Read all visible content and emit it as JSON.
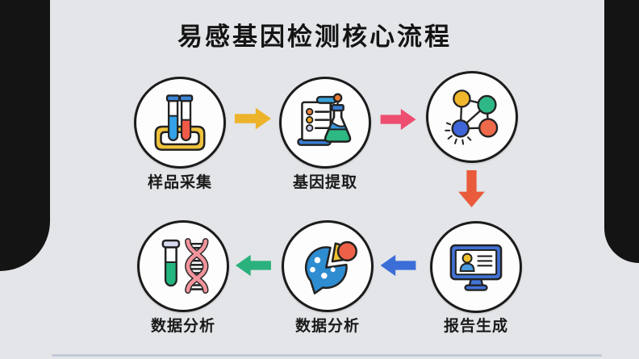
{
  "title": "易感基因检测核心流程",
  "steps": {
    "sample": {
      "label": "样品采集",
      "icon": "test-tube-rack-icon"
    },
    "extract": {
      "label": "基因提取",
      "icon": "clipboard-flask-icon"
    },
    "network": {
      "label": "",
      "icon": "gene-network-icon"
    },
    "report": {
      "label": "报告生成",
      "icon": "monitor-report-icon"
    },
    "analysis_mid": {
      "label": "数据分析",
      "icon": "pie-chart-bubble-icon"
    },
    "analysis_left": {
      "label": "数据分析",
      "icon": "tube-dna-icon"
    }
  },
  "arrows": [
    {
      "from": "sample",
      "to": "extract",
      "direction": "right",
      "color": "#edb32a"
    },
    {
      "from": "extract",
      "to": "network",
      "direction": "right",
      "color": "#ed4e70"
    },
    {
      "from": "network",
      "to": "report",
      "direction": "down",
      "color": "#e95b3b"
    },
    {
      "from": "report",
      "to": "analysis_mid",
      "direction": "left",
      "color": "#3c6ed8"
    },
    {
      "from": "analysis_mid",
      "to": "analysis_left",
      "direction": "left",
      "color": "#2bb17d"
    }
  ],
  "colors": {
    "background": "#e3e5e8",
    "frame_black": "#141414",
    "circle_fill": "#fdfdfd",
    "outline": "#222222",
    "yellow": "#f0b62c",
    "green": "#2eb886",
    "blue": "#3f65d9",
    "orange": "#ed6a4a",
    "pink": "#ed4e70",
    "tube_blue": "#35a1e8",
    "tube_red": "#f25a48",
    "dna_pink": "#f2949c"
  }
}
